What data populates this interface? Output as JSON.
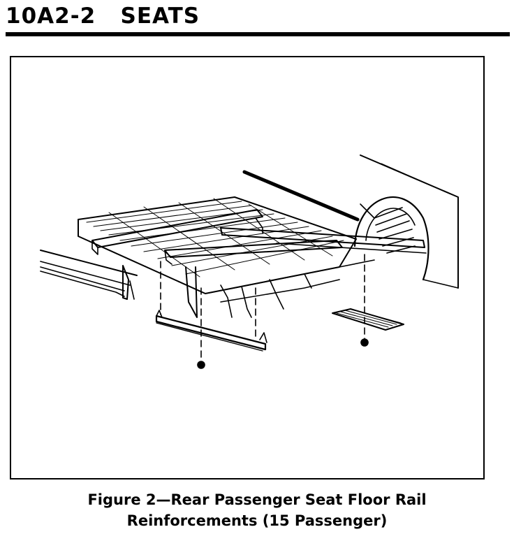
{
  "header": {
    "section_number": "10A2-2",
    "section_title": "SEATS"
  },
  "figure": {
    "caption_line_1": "Figure 2—Rear Passenger Seat Floor Rail",
    "caption_line_2": "Reinforcements (15 Passenger)"
  }
}
